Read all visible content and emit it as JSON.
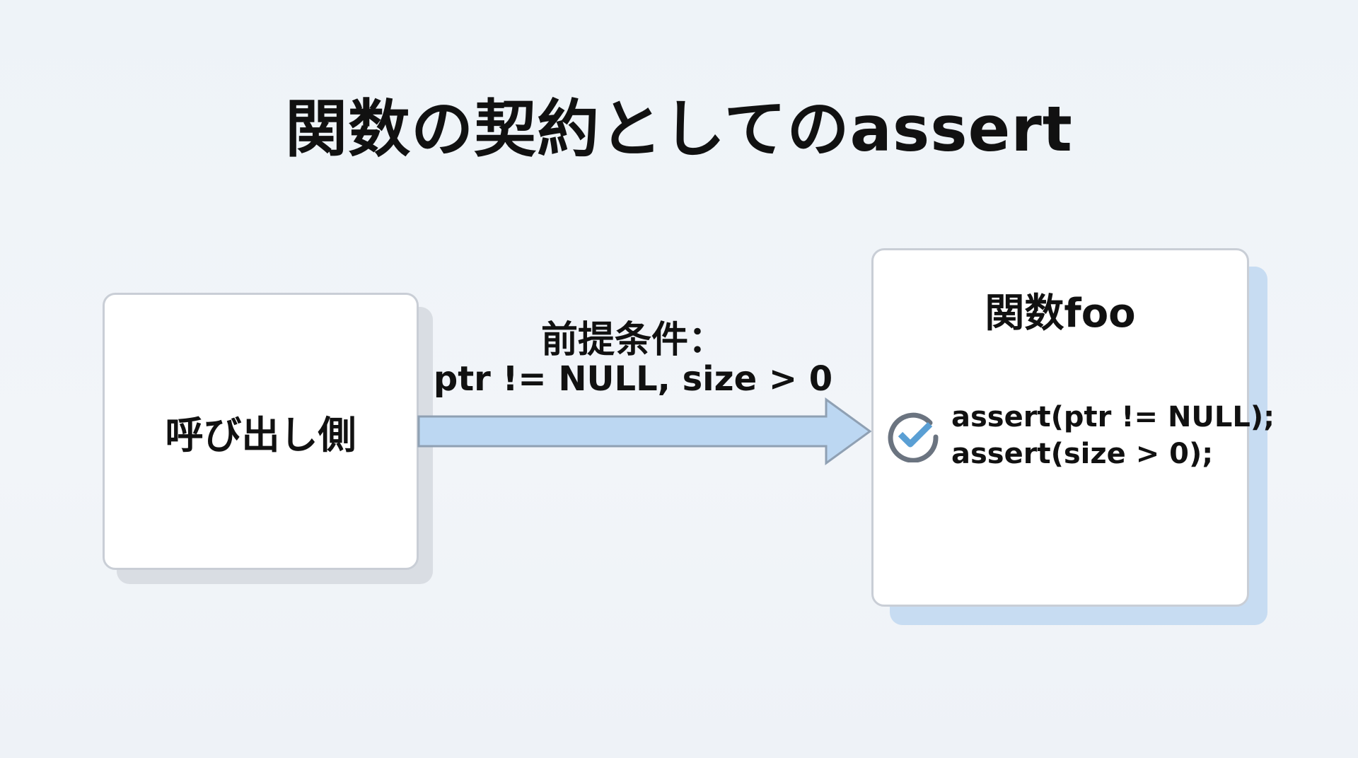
{
  "title": "関数の契約としてのassert",
  "caller": {
    "label": "呼び出し側"
  },
  "arrow": {
    "label_title": "前提条件：",
    "label_condition": "ptr != NULL, size > 0"
  },
  "function": {
    "name": "関数foo",
    "code_lines": [
      "assert(ptr != NULL);",
      "assert(size > 0);"
    ],
    "icon": "check-circle-icon"
  },
  "colors": {
    "arrow_fill": "#bcd7f2",
    "accent_shadow": "#c7dcf2",
    "check": "#5a9fd4"
  }
}
